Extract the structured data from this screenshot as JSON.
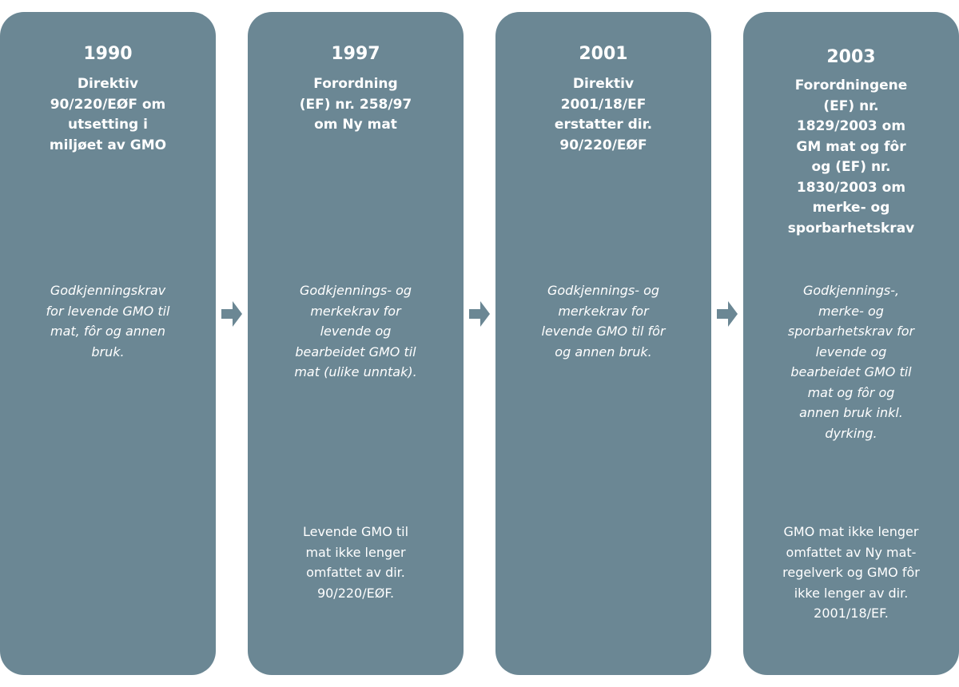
{
  "colors": {
    "panel": "#6b8794",
    "text": "#ffffff",
    "arrow": "#6b8794",
    "background": "#ffffff"
  },
  "timeline": [
    {
      "year": "1990",
      "title": "Direktiv\n90/220/EØF om\nutsetting i\nmiljøet av GMO",
      "description": "Godkjenningskrav\nfor levende GMO til\nmat, fôr og annen\nbruk.",
      "note": ""
    },
    {
      "year": "1997",
      "title": "Forordning\n(EF) nr. 258/97\nom Ny mat",
      "description": "Godkjennings- og\nmerkekrav for\nlevende og\nbearbeidet GMO til\nmat (ulike unntak).",
      "note": "Levende GMO til\nmat ikke lenger\nomfattet av dir.\n90/220/EØF."
    },
    {
      "year": "2001",
      "title": "Direktiv\n2001/18/EF\nerstatter dir.\n90/220/EØF",
      "description": "Godkjennings- og\nmerkekrav for\nlevende GMO til fôr\nog annen bruk.",
      "note": ""
    },
    {
      "year": "2003",
      "title": "Forordningene\n(EF) nr.\n1829/2003 om\nGM mat og fôr\nog (EF) nr.\n1830/2003 om\nmerke- og\nsporbarhetskrav",
      "description": "Godkjennings-,\nmerke- og\nsporbarhetskrav for\nlevende og\nbearbeidet GMO til\nmat og fôr og\nannen bruk inkl.\ndyrking.",
      "note": "GMO mat ikke lenger\nomfattet av Ny mat-\nregelverk og GMO fôr\nikke lenger av dir.\n2001/18/EF."
    }
  ],
  "arrows": [
    {
      "icon": "arrow-right-icon"
    },
    {
      "icon": "arrow-right-icon"
    },
    {
      "icon": "arrow-right-icon"
    }
  ]
}
